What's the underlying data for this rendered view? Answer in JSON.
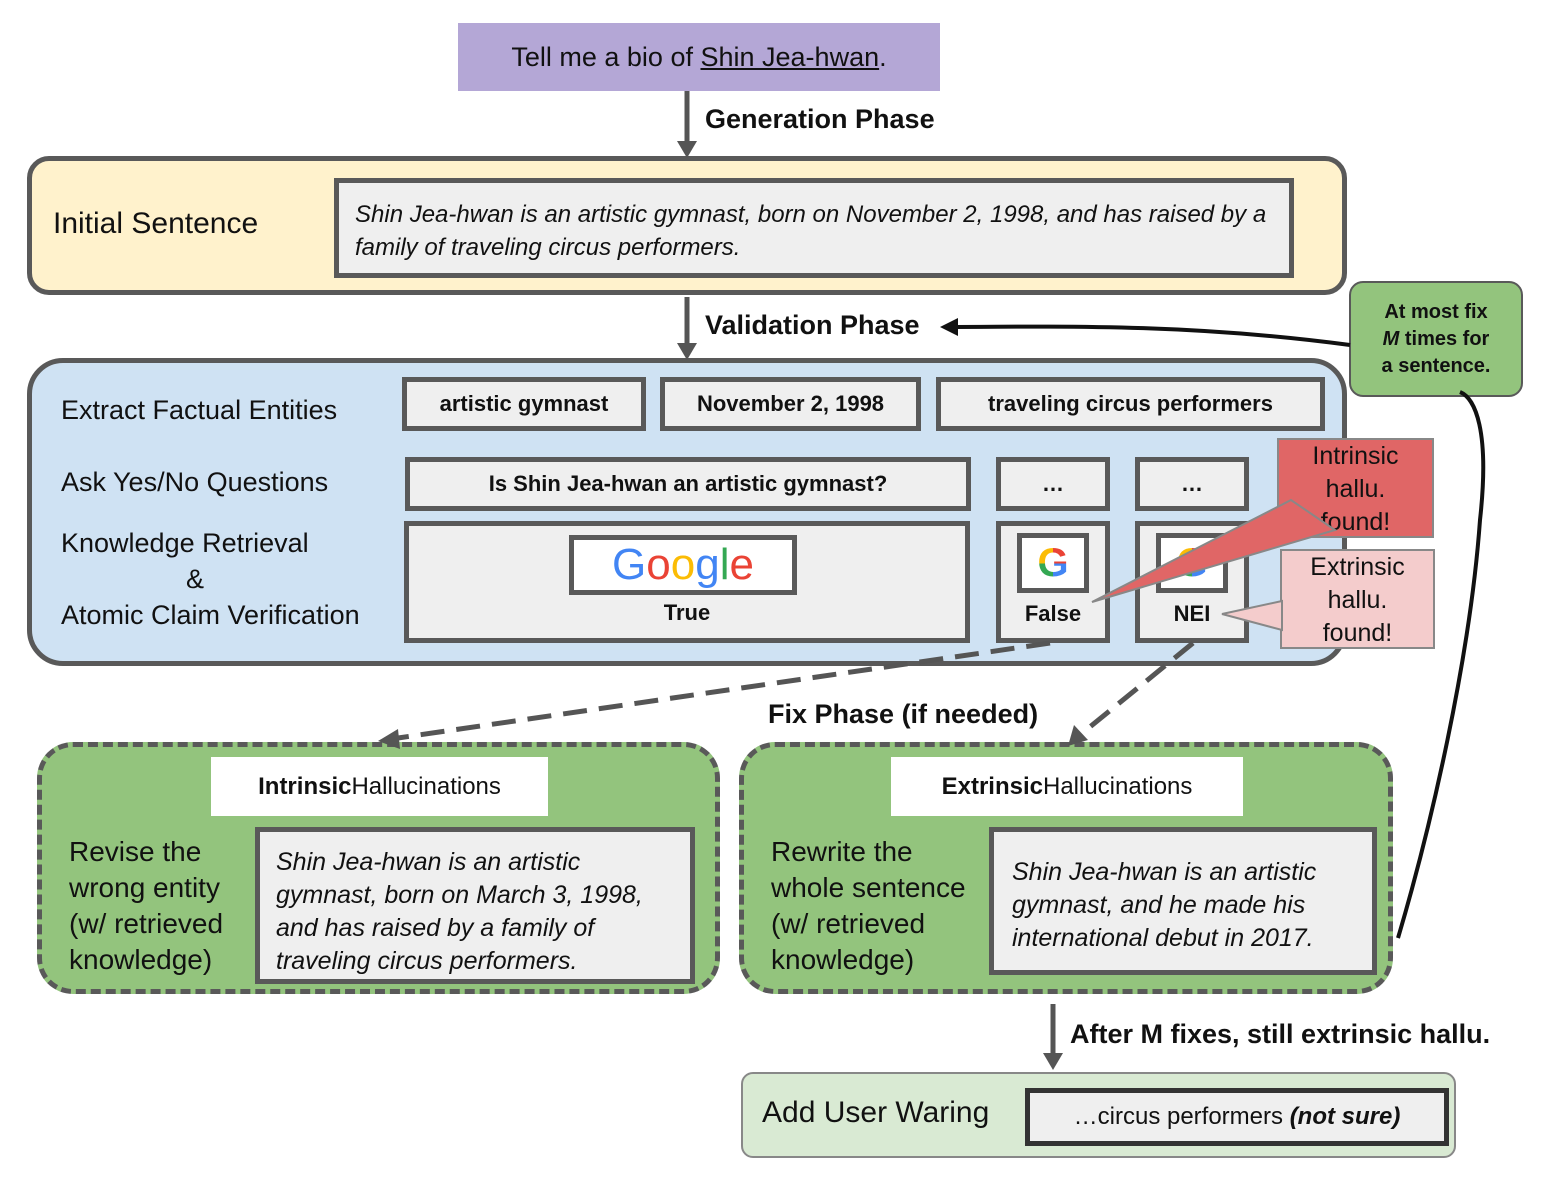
{
  "prompt": {
    "prefix": "Tell me a bio of ",
    "entity": "Shin Jea-hwan",
    "suffix": "."
  },
  "phases": {
    "generation": "Generation Phase",
    "validation": "Validation Phase",
    "fix": "Fix Phase (if needed)",
    "after_fixes": "After M fixes, still extrinsic hallu."
  },
  "initial": {
    "title": "Initial Sentence",
    "sentence": "Shin Jea-hwan is an artistic gymnast, born on November 2, 1998, and has raised by a family of traveling circus performers."
  },
  "validation": {
    "extract_label": "Extract Factual Entities",
    "entities": [
      "artistic gymnast",
      "November 2, 1998",
      "traveling circus performers"
    ],
    "ask_label": "Ask Yes/No Questions",
    "questions": [
      "Is Shin Jea-hwan an artistic gymnast?",
      "…",
      "…"
    ],
    "retrieval_label_1": "Knowledge Retrieval",
    "retrieval_label_amp": "&",
    "retrieval_label_2": "Atomic Claim Verification",
    "google_word": "Google",
    "google_letter": "G",
    "verdicts": [
      "True",
      "False",
      "NEI"
    ]
  },
  "callouts": {
    "intrinsic": [
      "Intrinsic",
      "hallu.",
      "found!"
    ],
    "extrinsic": [
      "Extrinsic",
      "hallu.",
      "found!"
    ]
  },
  "note": {
    "line1": "At most fix",
    "m": "M",
    "line2_rest": " times for",
    "line3": "a sentence."
  },
  "fix": {
    "intrinsic": {
      "head_bold": "Intrinsic",
      "head_rest": " Hallucinations",
      "desc": [
        "Revise the",
        "wrong entity",
        "(w/ retrieved",
        "knowledge)"
      ],
      "sentence": "Shin Jea-hwan is an artistic gymnast, born on March 3, 1998, and has raised by a family of traveling circus performers."
    },
    "extrinsic": {
      "head_bold": "Extrinsic",
      "head_rest": " Hallucinations",
      "desc": [
        "Rewrite the",
        "whole sentence",
        "(w/ retrieved",
        "knowledge)"
      ],
      "sentence": "Shin Jea-hwan is an artistic gymnast, and he made his international debut in 2017."
    }
  },
  "warning": {
    "title": "Add User Waring",
    "text": "…circus performers ",
    "flag": "(not sure)"
  },
  "colors": {
    "prompt_bg": "#b4a7d6",
    "generation_bg": "#fff2cc",
    "validation_bg": "#cfe2f3",
    "fix_bg": "#93c47d",
    "warning_bg": "#d9ead3",
    "intrinsic_callout": "#e06666",
    "extrinsic_callout": "#f4cccc",
    "border": "#595959"
  }
}
